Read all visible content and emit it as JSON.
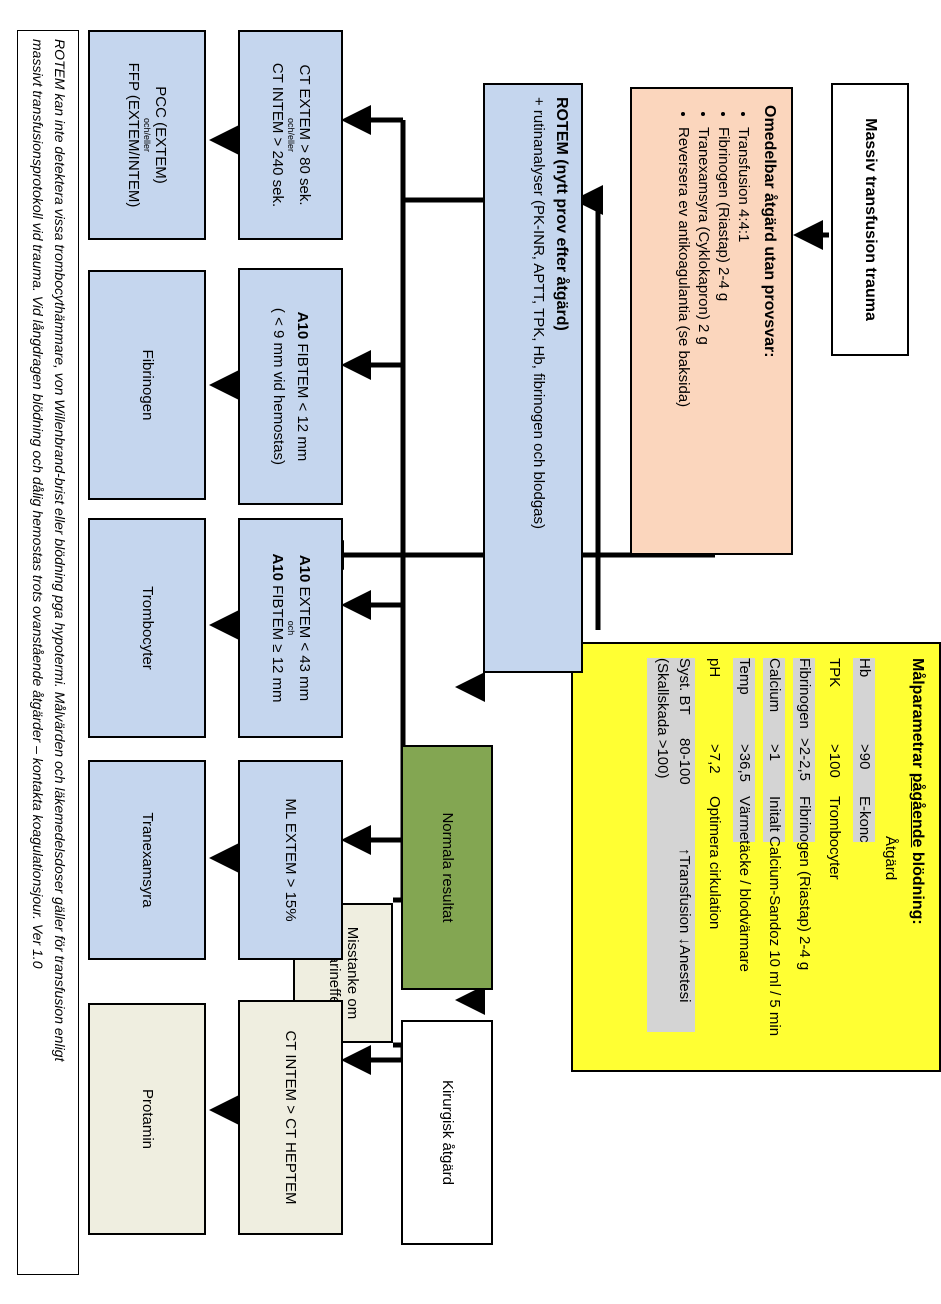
{
  "title": "Massiv transfusion trauma",
  "immediate": {
    "heading": "Omedelbar åtgärd utan provsvar:",
    "items": [
      "Transfusion 4:4:1",
      "Fibrinogen (Riastap) 2-4 g",
      "Tranexamsyra (Cyklokapron) 2 g",
      "Reversera ev antikoagulantia (se baksida)"
    ]
  },
  "targets": {
    "heading_pre": "Målparametrar ",
    "heading_underlined": "pågående",
    "heading_post": " blödning:",
    "action_header": "Åtgärd",
    "rows": [
      {
        "param": "Hb",
        "value": ">90",
        "action": "E-konc"
      },
      {
        "param": "TPK",
        "value": ">100",
        "action": "Trombocyter"
      },
      {
        "param": "Fibrinogen",
        "value": ">2-2,5",
        "action": "Fibrinogen (Riastap) 2-4 g"
      },
      {
        "param": "Calcium",
        "value": ">1",
        "action": "Initalt Calcium-Sandoz 10 ml / 5 min"
      },
      {
        "param": "Temp",
        "value": ">36,5",
        "action": "Värmetäcke / blodvärmare"
      },
      {
        "param": "pH",
        "value": ">7,2",
        "action": "Optimera cirkulation"
      },
      {
        "param": "Syst. BT",
        "value": "80-100",
        "action": "↑Transfusion   ↓Anestesi"
      },
      {
        "param": "(Skallskada >100)",
        "value": "",
        "action": ""
      }
    ]
  },
  "rotem": {
    "heading": "ROTEM (nytt prov efter åtgärd)",
    "subtext": "+ rutinanalyser (PK-INR, APTT, TPK, Hb, fibrinogen och blodgas)"
  },
  "normal": "Normala resultat",
  "surgery": "Kirurgisk åtgärd",
  "heparin_suspect": "Misstanke om heparineffekt",
  "criteria": {
    "ct_line1": "CT EXTEM > 80 sek.",
    "ct_small": "och/eller",
    "ct_line2": "CT INTEM > 240 sek.",
    "fib_bold": "A10",
    "fib_line1": " FIBTEM < 12 mm",
    "fib_line2": "( < 9 mm vid hemostas)",
    "trc_bold1": "A10",
    "trc_line1": " EXTEM < 43 mm",
    "trc_small": "och",
    "trc_bold2": "A10",
    "trc_line2": " FIBTEM ≥ 12 mm",
    "ml": "ML EXTEM > 15%",
    "hep": "CT INTEM > CT HEPTEM"
  },
  "treatments": {
    "pcc_line1": "PCC (EXTEM)",
    "pcc_small": "och/eller",
    "pcc_line2": "FFP (EXTEM/INTEM)",
    "fibrinogen": "Fibrinogen",
    "trombocyter": "Trombocyter",
    "tranexamsyra": "Tranexamsyra",
    "protamin": "Protamin"
  },
  "footnote": {
    "line1": "ROTEM kan inte detektera vissa trombocythämmare, von Willenbrand-brist eller blödning pga hypotermi. Målvärden och läkemedelsdoser gäller för transfusion enligt",
    "line2": "massivt transfusionsprotokoll vid trauma. Vid långdragen blödning och dålig hemostas trots ovanstående åtgärder – kontakta koagulationsjour.  Ver 1.0"
  },
  "colors": {
    "blue": "#c5d6ee",
    "beige": "#efeee0",
    "peach": "#fbd6bd",
    "green": "#83a652",
    "yellow": "#ffff33"
  }
}
